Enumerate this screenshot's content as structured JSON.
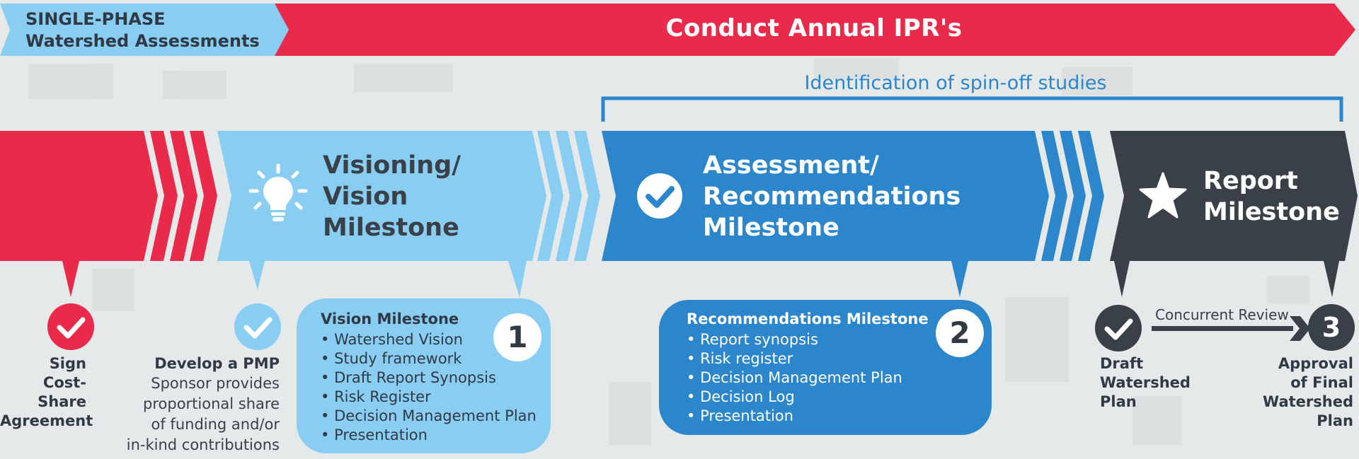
{
  "header": {
    "phase_line1": "SINGLE-PHASE",
    "phase_line2": "Watershed Assessments",
    "banner": "Conduct Annual IPR's"
  },
  "spinoff": {
    "label": "Identification of spin-off studies"
  },
  "stages": {
    "vision": {
      "line1": "Visioning/",
      "line2": "Vision",
      "line3": "Milestone",
      "icon": "lightbulb-icon"
    },
    "assessment": {
      "line1": "Assessment/",
      "line2": "Recommendations",
      "line3": "Milestone",
      "icon": "check-circle-icon"
    },
    "report": {
      "line1": "Report",
      "line2": "Milestone",
      "icon": "star-icon"
    }
  },
  "steps": {
    "sign": {
      "line1": "Sign",
      "line2": "Cost-Share",
      "line3": "Agreement"
    },
    "pmp": {
      "title": "Develop a PMP",
      "desc1": "Sponsor provides",
      "desc2": "proportional share",
      "desc3": "of funding and/or",
      "desc4": "in-kind contributions"
    },
    "draft": {
      "line1": "Draft",
      "line2": "Watershed",
      "line3": "Plan"
    },
    "approval": {
      "line1": "Approval",
      "line2": "of Final",
      "line3": "Watershed",
      "line4": "Plan",
      "number": "3"
    },
    "concurrent_review": "Concurrent Review"
  },
  "boxes": {
    "vision": {
      "title": "Vision Milestone",
      "number": "1",
      "items": [
        "Watershed Vision",
        "Study framework",
        "Draft Report Synopsis",
        "Risk Register",
        "Decision Management Plan",
        "Presentation"
      ]
    },
    "recommendations": {
      "title": "Recommendations Milestone",
      "number": "2",
      "items": [
        "Report synopsis",
        "Risk register",
        "Decision Management Plan",
        "Decision Log",
        "Presentation"
      ]
    }
  },
  "colors": {
    "red": "#ea2a4a",
    "light_blue": "#8acdf3",
    "blue": "#2b86cb",
    "dark": "#3a4048",
    "background": "#e6e9ea"
  }
}
